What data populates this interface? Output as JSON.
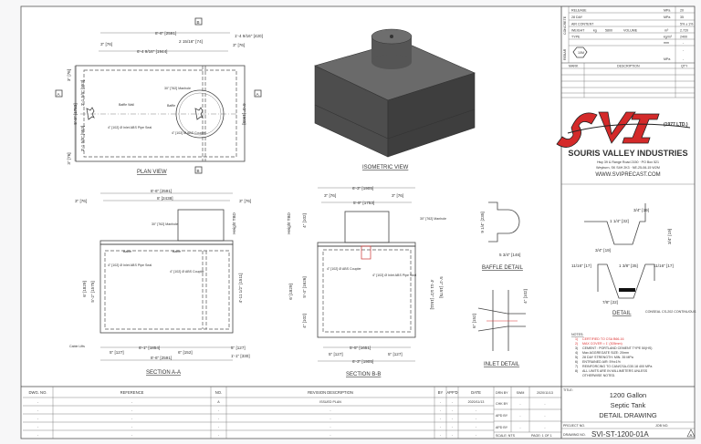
{
  "plan_view": {
    "title": "PLAN VIEW",
    "section_marker_a": "A",
    "section_marker_b": "B",
    "dims": {
      "overall_length": "8'-6\" [2591]",
      "left_wall": "3\" [76]",
      "to_baffle": "6'-4 9/16\" [1944]",
      "baffle_gap": "2 15/16\" [74]",
      "right_comp": "1'-4 9/16\" [420]",
      "right_wall": "3\" [76]",
      "top_wall": "3\" [76]",
      "upper_half": "3'-1 5/8\" [953]",
      "overall_width": "5'-9\" [1753]",
      "lower_half": "3'-1 5/8\" [953]",
      "bottom_wall": "3\" [76]",
      "right_height": "6'-3\" [1905]"
    },
    "notes": {
      "baffle_wall": "Baffle Wall",
      "inlet": "4\" [102] Ø Inlet ABS Pipe Seal",
      "manhole": "30\" [762] Manhole",
      "baffle": "Baffle",
      "coupler": "4\" [102] Ø ABS Coupler"
    }
  },
  "isometric_view": {
    "title": "ISOMETRIC VIEW"
  },
  "section_a": {
    "title": "SECTION A-A",
    "dims": {
      "overall_top": "8'-6\" [2591]",
      "inner": "8' [2438]",
      "left_wall": "3\" [76]",
      "right_wall": "3\" [76]",
      "height": "6' [1829]",
      "inlet_height": "5'-2\" [1575]",
      "outlet_height": "4'-11 1/2\" [1511]",
      "left_offset": "5\" [127]",
      "span": "6'-1\" [1854]",
      "baffle_thk": "6\" [152]",
      "right_offset": "5\" [127]",
      "right_comp": "1'-1\" [330]",
      "overall_bottom": "8'-6\" [2591]",
      "riser": "Height TBD"
    },
    "notes": {
      "manhole": "30\" [762] Manhole",
      "baffle_left": "Baffle",
      "baffle_right": "Baffle",
      "inlet": "4\" [102] Ø Inlet ABS Pipe Seal",
      "coupler": "4\" [102] Ø ABS Coupler",
      "cable_lifts": "Cable Lifts"
    }
  },
  "section_b": {
    "title": "SECTION B-B",
    "dims": {
      "overall_top": "6'-3\" [1905]",
      "inner": "5'-9\" [1753]",
      "left_wall": "3\" [76]",
      "right_wall": "3\" [76]",
      "riser": "Height TBD",
      "lid": "4\" [102]",
      "height": "6' [1829]",
      "inner_height": "5'-4\" [1626]",
      "floor": "4\" [102]",
      "outlet_height": "4'-11 1/2\" [1511]",
      "inlet_height": "5'-2\" [1575]",
      "span": "5'-5\" [1651]",
      "left_offset": "5\" [127]",
      "right_offset": "5\" [127]",
      "overall_bottom": "6'-3\" [1905]"
    },
    "notes": {
      "manhole": "30\" [762] Manhole",
      "coupler": "4\" [102] Ø ABS Coupler",
      "inlet": "4\" [102] Ø Inlet ABS Pipe Seal"
    }
  },
  "baffle_detail": {
    "title": "BAFFLE DETAIL",
    "height": "9 1/4\" [235]",
    "width": "5 3/4\" [146]"
  },
  "inlet_detail": {
    "title": "INLET DETAIL",
    "height": "6\" [152]",
    "offset": "4\" [102]"
  },
  "joint_detail": {
    "title": "DETAIL",
    "dims": [
      "3/4\" [19]",
      "1 1/4\" [32]",
      "3/4\" [19]",
      "3/4\" [19]",
      "11/16\" [17]",
      "1 3/8\" [35]",
      "11/16\" [17]",
      "7/8\" [22]"
    ],
    "sealant": "CONSEAL CS-202 CONTINUOUS"
  },
  "spec_table": {
    "group_concrete": "CONCRETE",
    "group_rebar": "REBAR",
    "rows": [
      {
        "label": "RELEASE",
        "unit": "MPa",
        "value": "20"
      },
      {
        "label": "28 DAY",
        "unit": "MPa",
        "value": "35"
      },
      {
        "label": "AIR CONTENT",
        "unit": "",
        "value": "5% ± 1%"
      },
      {
        "label": "WEIGHT",
        "unit": "kg",
        "value": "5800",
        "label2": "VOLUME",
        "unit2": "m³",
        "value2": "2.720"
      },
      {
        "label": "TYPE",
        "unit": "kg/m³",
        "value": "2400"
      }
    ],
    "rebar_rows": [
      {
        "unit": "mm",
        "value": "-"
      },
      {
        "unit": "",
        "value": "-"
      },
      {
        "unit": "MPa",
        "value": "-"
      }
    ],
    "rebar_mark": "10M",
    "headers": {
      "mark": "MARK",
      "description": "DESCRIPTION",
      "qty": "QTY"
    }
  },
  "company": {
    "logo_text": "SVI",
    "logo_suffix": "(1977 LTD.)",
    "name": "SOURIS VALLEY INDUSTRIES",
    "address1": "Hwy 39 & Range Road 2150 · PO Box 521",
    "address2": "Weyburn, SK S4H 2K3 · NE-25-06-15 W2M",
    "website": "WWW.SVIPRECAST.COM"
  },
  "notes": {
    "heading": "NOTES:",
    "items": [
      {
        "n": "1)",
        "text": "CERTIFIED TO CSA B66-16",
        "highlight": true
      },
      {
        "n": "2)",
        "text": "MAX COVER = 1' (305mm)",
        "highlight": true
      },
      {
        "n": "3)",
        "text": "CEMENT : PORTLAND CEMENT TYPE 50(HS)"
      },
      {
        "n": "4)",
        "text": "Max AGGREGATE SIZE: 20mm"
      },
      {
        "n": "5)",
        "text": "28 DAY STRENGTH: MIN. 35 MPa"
      },
      {
        "n": "6)",
        "text": "ENTRAINED AIR: 5%±1%"
      },
      {
        "n": "7)",
        "text": "REINFORCING TO CAN/CSA-G30.18 400 MPa"
      },
      {
        "n": "8)",
        "text": "ALL UNITS ARE IN MILLIMETERS UNLESS"
      },
      {
        "n": "",
        "text": "OTHERWISE NOTED."
      }
    ],
    "highlight_color": "#d33333"
  },
  "revision_table": {
    "headers": {
      "dwg_no": "DWG. NO.",
      "reference": "REFERENCE",
      "no": "NO.",
      "description": "REVISION DESCRIPTION",
      "by": "BY",
      "appd": "APP'D",
      "date": "DATE"
    },
    "rows": [
      {
        "dwg_no": "-",
        "reference": "-",
        "no": "A",
        "description": "ISSUED PLAN",
        "by": "-",
        "appd": "-",
        "date": "2020/11/13"
      },
      {
        "dwg_no": "-",
        "reference": "-",
        "no": "-",
        "description": "-",
        "by": "-",
        "appd": "-",
        "date": "-"
      },
      {
        "dwg_no": "-",
        "reference": "-",
        "no": "-",
        "description": "-",
        "by": "-",
        "appd": "-",
        "date": "-"
      },
      {
        "dwg_no": "-",
        "reference": "-",
        "no": "-",
        "description": "-",
        "by": "-",
        "appd": "-",
        "date": "-"
      },
      {
        "dwg_no": "-",
        "reference": "-",
        "no": "-",
        "description": "-",
        "by": "-",
        "appd": "-",
        "date": "-"
      }
    ]
  },
  "approvals": [
    {
      "label": "DRN BY",
      "who": "SWM",
      "date": "2020/11/13"
    },
    {
      "label": "CHK BY",
      "who": "-",
      "date": "-"
    },
    {
      "label": "APD BY",
      "who": "-",
      "date": "-"
    },
    {
      "label": "APD BY",
      "who": "-",
      "date": "-"
    }
  ],
  "scale": "SCALE: NTS",
  "page": "PAGE: 1 OF 1",
  "title_block": {
    "title_label": "TITLE:",
    "line1": "1200 Gallon",
    "line2": "Septic Tank",
    "line3": "DETAIL DRAWING",
    "project_label": "PROJECT NO.",
    "job_label": "JOB NO.",
    "drawing_label": "DRAWING NO.",
    "drawing_no": "SVI-ST-1200-01A",
    "revision_symbol": "A"
  },
  "colors": {
    "logo_red": "#d42a2a",
    "tank_grey": "#4a4a4a",
    "text": "#333333"
  }
}
